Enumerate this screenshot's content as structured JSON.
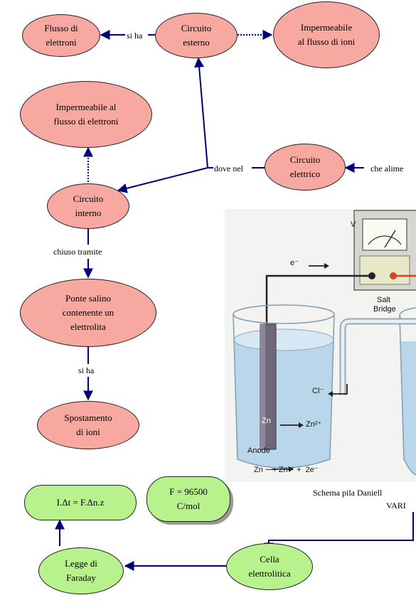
{
  "nodes": {
    "flusso_elettroni": "Flusso di\nelettroni",
    "circuito_esterno": "Circuito\nesterno",
    "impermeabile_ioni": "Impermeabile\nal flusso di ioni",
    "impermeabile_elettroni": "Impermeabile al\nflusso di elettroni",
    "circuito_elettrico": "Circuito\nelettrico",
    "circuito_interno": "Circuito\ninterno",
    "ponte_salino": "Ponte salino\ncontenente un\nelettrolita",
    "spostamento_ioni": "Spostamento\ndi ioni",
    "formula": "I.Δt = F.Δn.z",
    "costante": "F = 96500\nC/mol",
    "legge_faraday": "Legge di\nFaraday",
    "cella_elettrolitica": "Cella\nelettrolitica"
  },
  "links": {
    "si_ha_1": "si ha",
    "dove_nel": "dove nel",
    "che_alime": "che alime",
    "chiuso_tramite": "chiuso tramite",
    "si_ha_2": "si ha"
  },
  "image": {
    "v": "V",
    "electron": "e⁻",
    "salt": "Salt",
    "bridge": "Bridge",
    "cl": "Cl⁻",
    "zn_electrode": "Zn",
    "zn_ion": "Zn²⁺",
    "anode": "Anode",
    "reaction": "Zn ⟶ Zn²⁺ +  2e⁻"
  },
  "captions": {
    "schema": "Schema pila Daniell",
    "vari": "VARI"
  },
  "colors": {
    "pink": "#f6a8a1",
    "green": "#b8f28c",
    "link": "#00007a"
  }
}
